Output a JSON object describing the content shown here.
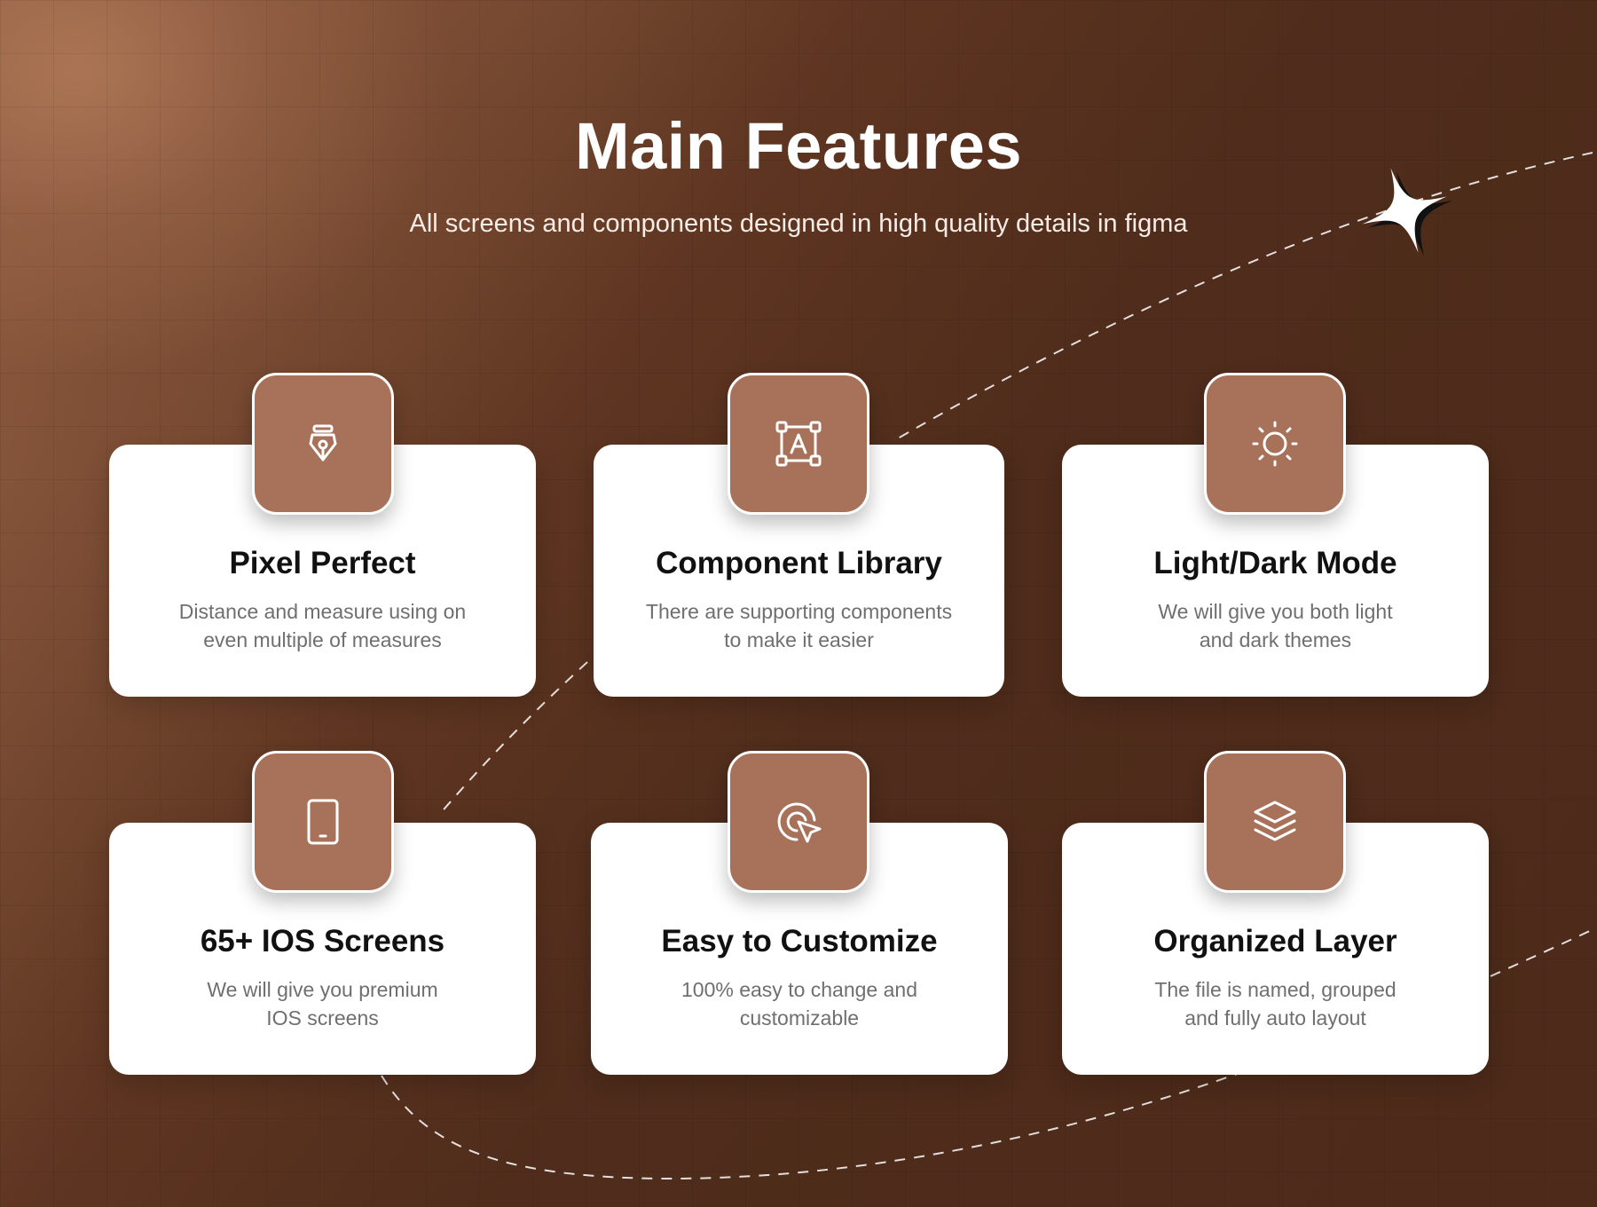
{
  "header": {
    "title": "Main Features",
    "subtitle": "All screens and components designed in high quality details in figma"
  },
  "colors": {
    "background_dark": "#4d2a19",
    "background_light": "#9c6548",
    "icon_tile": "#a8725a",
    "card": "#ffffff",
    "card_title": "#111111",
    "card_text": "#6f6f6f"
  },
  "features": [
    {
      "icon": "pen-nib-icon",
      "title": "Pixel Perfect",
      "desc_line1": "Distance and measure using on",
      "desc_line2": "even multiple of measures"
    },
    {
      "icon": "component-text-icon",
      "title": "Component Library",
      "desc_line1": "There are supporting components",
      "desc_line2": "to make it easier"
    },
    {
      "icon": "sun-icon",
      "title": "Light/Dark Mode",
      "desc_line1": "We will give you both light",
      "desc_line2": "and dark themes"
    },
    {
      "icon": "tablet-icon",
      "title": "65+ IOS Screens",
      "desc_line1": "We will give you premium",
      "desc_line2": "IOS screens"
    },
    {
      "icon": "cursor-click-icon",
      "title": "Easy to Customize",
      "desc_line1": "100% easy to change and",
      "desc_line2": "customizable"
    },
    {
      "icon": "layers-icon",
      "title": "Organized Layer",
      "desc_line1": "The file is named, grouped",
      "desc_line2": "and fully auto layout"
    }
  ]
}
